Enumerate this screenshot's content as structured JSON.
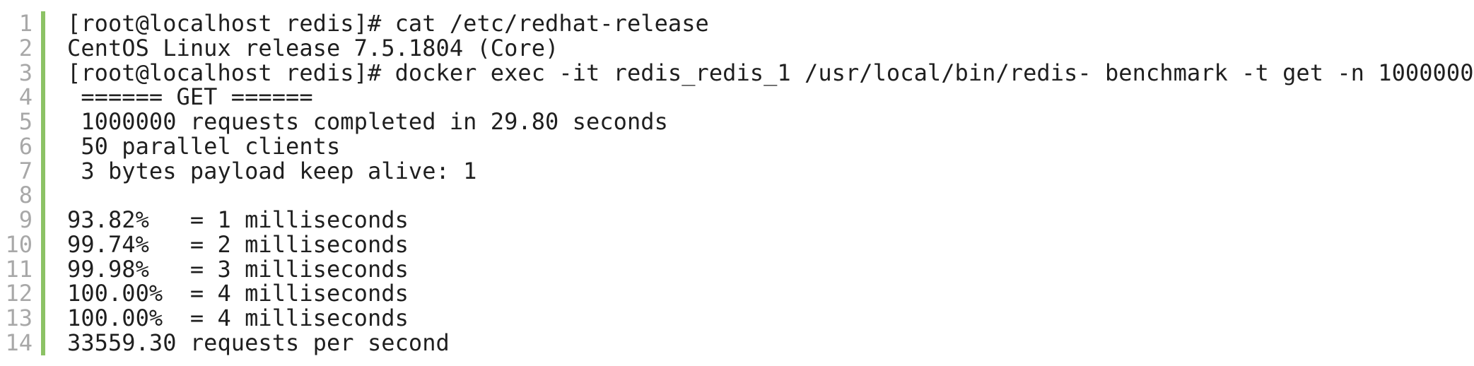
{
  "editor": {
    "lines": [
      {
        "number": "1",
        "text": "[root@localhost redis]# cat /etc/redhat-release"
      },
      {
        "number": "2",
        "text": "CentOS Linux release 7.5.1804 (Core)"
      },
      {
        "number": "3",
        "text": "[root@localhost redis]# docker exec -it redis_redis_1 /usr/local/bin/redis- benchmark -t get -n 1000000"
      },
      {
        "number": "4",
        "text": " ====== GET ======"
      },
      {
        "number": "5",
        "text": " 1000000 requests completed in 29.80 seconds"
      },
      {
        "number": "6",
        "text": " 50 parallel clients"
      },
      {
        "number": "7",
        "text": " 3 bytes payload keep alive: 1"
      },
      {
        "number": "8",
        "text": ""
      },
      {
        "number": "9",
        "text": "93.82%   = 1 milliseconds"
      },
      {
        "number": "10",
        "text": "99.74%   = 2 milliseconds"
      },
      {
        "number": "11",
        "text": "99.98%   = 3 milliseconds"
      },
      {
        "number": "12",
        "text": "100.00%  = 4 milliseconds"
      },
      {
        "number": "13",
        "text": "100.00%  = 4 milliseconds"
      },
      {
        "number": "14",
        "text": "33559.30 requests per second"
      }
    ]
  },
  "colors": {
    "gutter_bar": "#8cc265",
    "line_number": "#a8a8a8",
    "text": "#1f1f1f",
    "background": "#ffffff"
  }
}
